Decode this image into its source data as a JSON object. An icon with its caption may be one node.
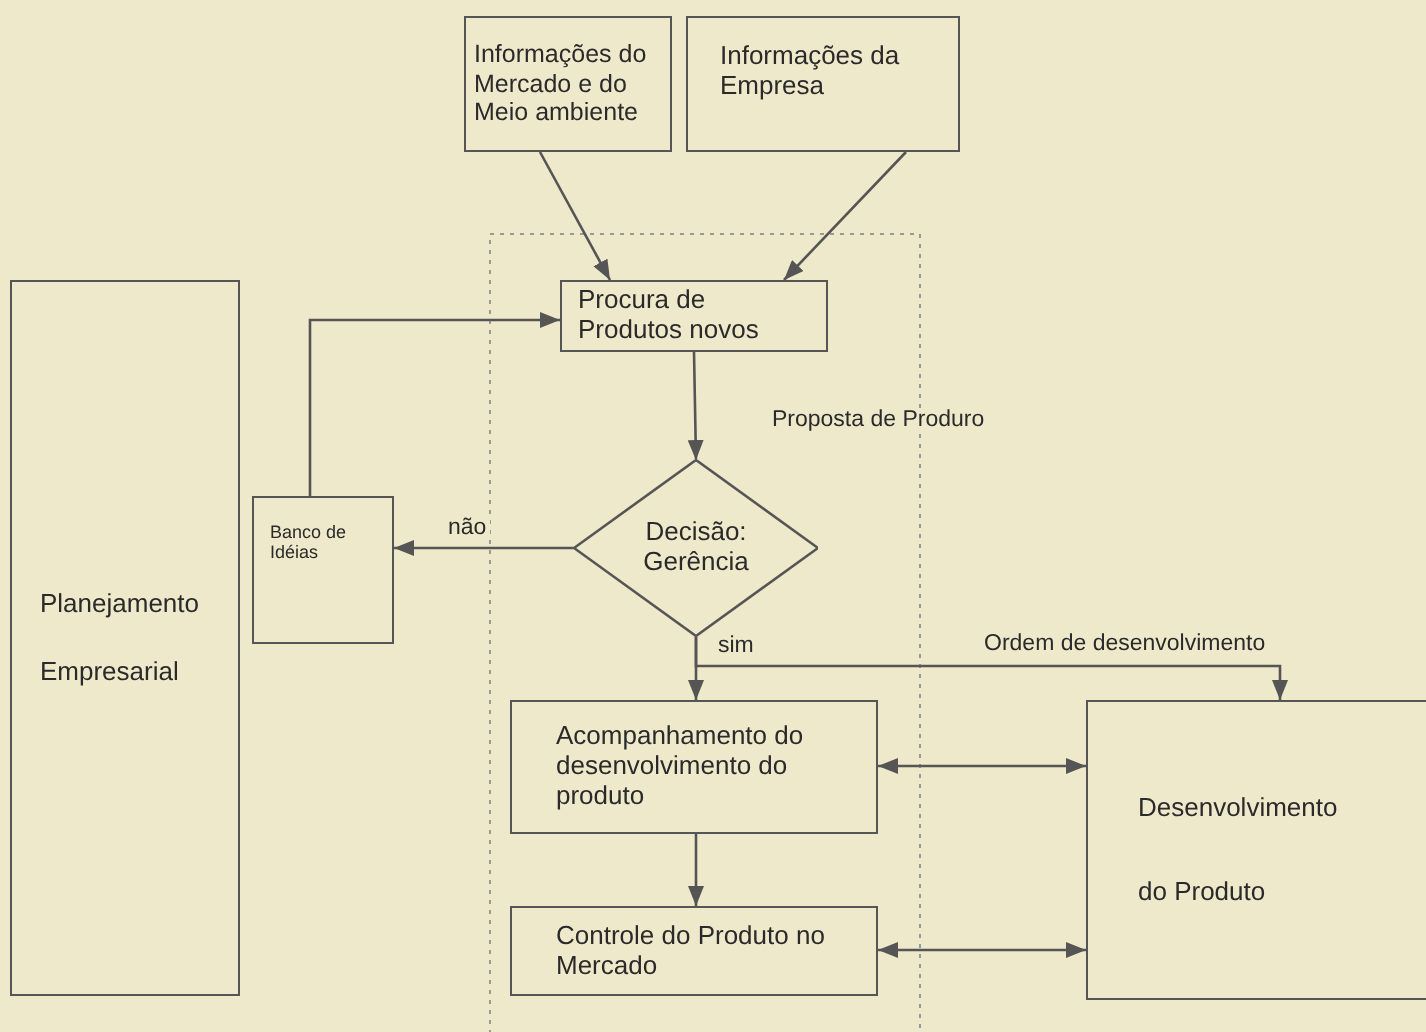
{
  "diagram": {
    "nodes": [
      {
        "text": [
          "Informações do Mercado e do Meio ambiente"
        ]
      },
      {
        "text": [
          "Informações da Empresa"
        ]
      },
      {
        "text": [
          "Procura de Produtos novos"
        ]
      },
      {
        "text": [
          "Decisão: Gerência"
        ]
      },
      {
        "text": [
          "Banco de Idéias"
        ]
      },
      {
        "text": [
          "Planejamento Empresarial"
        ]
      },
      {
        "text": [
          "Acompanhamento do desenvolvimento do produto"
        ]
      },
      {
        "text": [
          "Controle do Produto no Mercado"
        ]
      },
      {
        "text": [
          "Desenvolvimento do Produto"
        ]
      }
    ],
    "edges": [
      {
        "from": 0,
        "to": 2,
        "arrow": "to"
      },
      {
        "from": 1,
        "to": 2,
        "arrow": "to"
      },
      {
        "from": 2,
        "to": 3,
        "arrow": "to",
        "label": "Proposta de Produro"
      },
      {
        "from": 3,
        "to": 4,
        "arrow": "to",
        "label": "não"
      },
      {
        "from": 4,
        "to": 2,
        "arrow": "to"
      },
      {
        "from": 3,
        "to": 6,
        "arrow": "to",
        "label": "sim"
      },
      {
        "from": 3,
        "to": 8,
        "arrow": "to",
        "label": "Ordem de desenvolvimento"
      },
      {
        "from": 6,
        "to": 7,
        "arrow": "to"
      },
      {
        "from": 6,
        "to": 8,
        "arrow": "both"
      },
      {
        "from": 7,
        "to": 8,
        "arrow": "both"
      }
    ]
  }
}
